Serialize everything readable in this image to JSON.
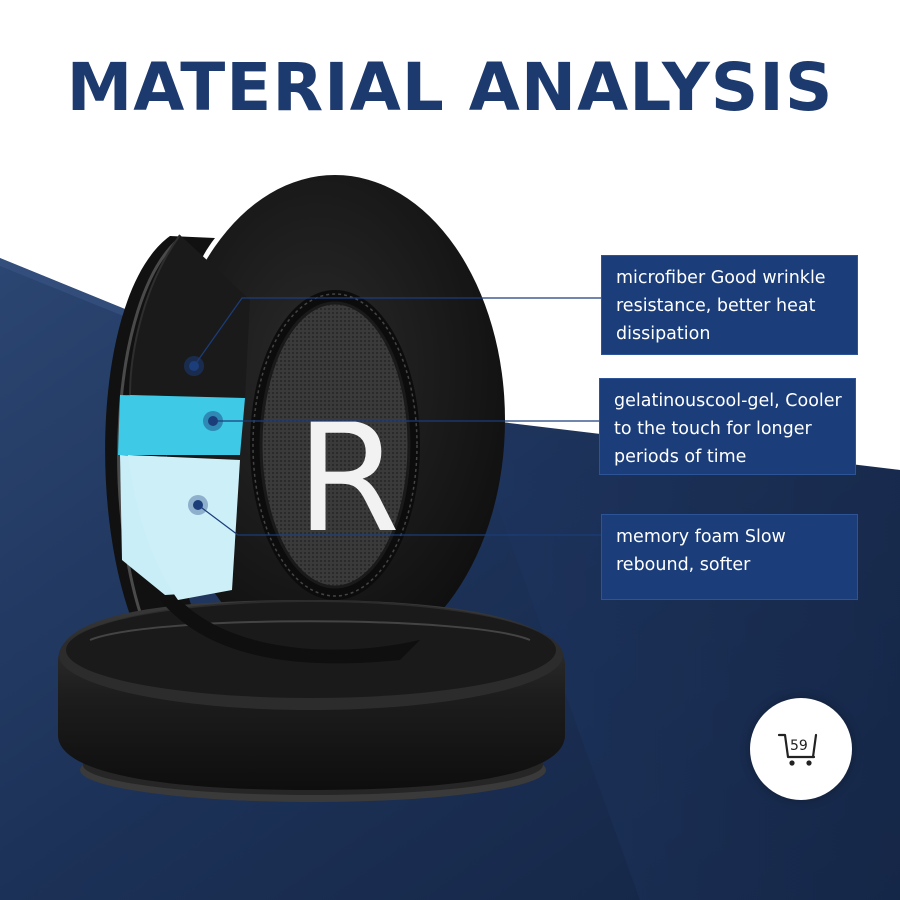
{
  "title": "MATERIAL ANALYSIS",
  "callouts": [
    {
      "text": "microfiber Good wrinkle resistance, better heat dissipation"
    },
    {
      "text": "gelatinouscool-gel, Cooler to the touch for longer periods of time"
    },
    {
      "text": "memory foam Slow rebound, softer"
    }
  ],
  "earpad": {
    "side_label": "R"
  },
  "cart_badge": {
    "count": "59"
  },
  "colors": {
    "title": "#1d3a6e",
    "callout_bg": "#1b3d7a",
    "background_navy": "#1b2f55",
    "gel_layer": "#3ec9e6",
    "foam_layer": "#c9eef7"
  },
  "icons": [
    "cart-icon"
  ]
}
